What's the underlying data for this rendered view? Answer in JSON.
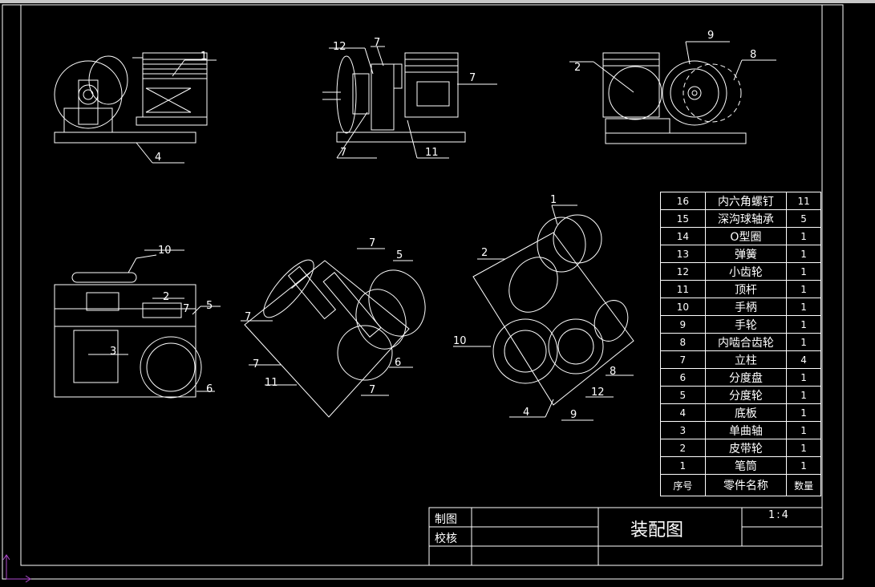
{
  "callouts": {
    "v1_1": "1",
    "v1_4": "4",
    "v2_12": "12",
    "v2_7a": "7",
    "v2_7b": "7",
    "v2_7c": "7",
    "v2_11": "11",
    "v3_2": "2",
    "v3_9": "9",
    "v3_8": "8",
    "v4_10": "10",
    "v4_2": "2",
    "v4_7": "7",
    "v4_5": "5",
    "v4_3": "3",
    "v4_6": "6",
    "v5_7a": "7",
    "v5_5": "5",
    "v5_7b": "7",
    "v5_7c": "7",
    "v5_11": "11",
    "v5_6": "6",
    "v5_7d": "7",
    "v6_1": "1",
    "v6_2": "2",
    "v6_10": "10",
    "v6_8": "8",
    "v6_12": "12",
    "v6_4": "4",
    "v6_9": "9"
  },
  "bom": {
    "rows": [
      {
        "no": "16",
        "name": "内六角螺钉",
        "qty": "11"
      },
      {
        "no": "15",
        "name": "深沟球轴承",
        "qty": "5"
      },
      {
        "no": "14",
        "name": "O型圈",
        "qty": "1"
      },
      {
        "no": "13",
        "name": "弹簧",
        "qty": "1"
      },
      {
        "no": "12",
        "name": "小齿轮",
        "qty": "1"
      },
      {
        "no": "11",
        "name": "顶杆",
        "qty": "1"
      },
      {
        "no": "10",
        "name": "手柄",
        "qty": "1"
      },
      {
        "no": "9",
        "name": "手轮",
        "qty": "1"
      },
      {
        "no": "8",
        "name": "内啮合齿轮",
        "qty": "1"
      },
      {
        "no": "7",
        "name": "立柱",
        "qty": "4"
      },
      {
        "no": "6",
        "name": "分度盘",
        "qty": "1"
      },
      {
        "no": "5",
        "name": "分度轮",
        "qty": "1"
      },
      {
        "no": "4",
        "name": "底板",
        "qty": "1"
      },
      {
        "no": "3",
        "name": "单曲轴",
        "qty": "1"
      },
      {
        "no": "2",
        "name": "皮带轮",
        "qty": "1"
      },
      {
        "no": "1",
        "name": "笔筒",
        "qty": "1"
      }
    ],
    "header": {
      "no": "序号",
      "name": "零件名称",
      "qty": "数量"
    }
  },
  "title_block": {
    "drawn": "制图",
    "checked": "校核",
    "title": "装配图",
    "scale": "1:4"
  }
}
